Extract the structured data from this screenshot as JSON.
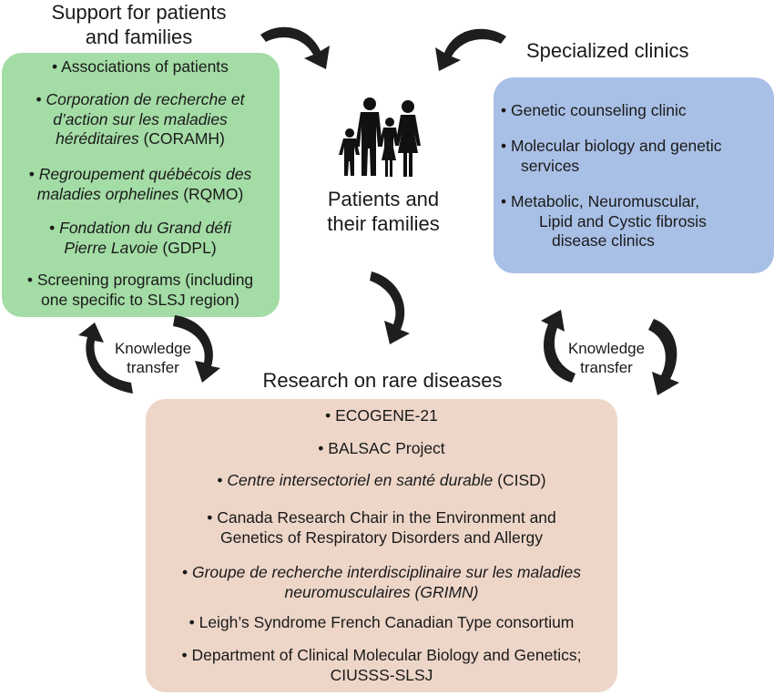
{
  "support": {
    "title_line1": "Support for patients",
    "title_line2": "and families",
    "items": [
      {
        "lines": [
          {
            "pre": "• Associations of patients",
            "ital": "",
            "post": ""
          }
        ]
      },
      {
        "lines": [
          {
            "pre": "• ",
            "ital": "Corporation de recherche et",
            "post": ""
          },
          {
            "pre": "",
            "ital": "d’action sur les maladies",
            "post": ""
          },
          {
            "pre": "",
            "ital": "héréditaires",
            "post": " (CORAMH)"
          }
        ]
      },
      {
        "lines": [
          {
            "pre": "• ",
            "ital": "Regroupement québécois des",
            "post": ""
          },
          {
            "pre": "",
            "ital": "maladies orphelines",
            "post": " (RQMO)"
          }
        ]
      },
      {
        "lines": [
          {
            "pre": "• ",
            "ital": "Fondation du Grand défi",
            "post": ""
          },
          {
            "pre": "",
            "ital": "Pierre Lavoie",
            "post": " (GDPL)"
          }
        ]
      },
      {
        "lines": [
          {
            "pre": "• Screening programs (including",
            "ital": "",
            "post": ""
          },
          {
            "pre": "one specific to SLSJ region)",
            "ital": "",
            "post": ""
          }
        ]
      }
    ]
  },
  "clinics": {
    "title": "Specialized clinics",
    "items": [
      {
        "line1": "• Genetic counseling clinic",
        "line2": "",
        "line3": ""
      },
      {
        "line1": "• Molecular biology and genetic",
        "line2": "services",
        "line3": ""
      },
      {
        "line1": "• Metabolic, Neuromuscular,",
        "line2": "Lipid and Cystic fibrosis",
        "line3": "disease clinics"
      }
    ]
  },
  "center": {
    "line1": "Patients and",
    "line2": "their families"
  },
  "research": {
    "title": "Research on rare diseases",
    "items": [
      {
        "lines": [
          {
            "pre": "• ECOGENE-21",
            "ital": "",
            "post": ""
          }
        ]
      },
      {
        "lines": [
          {
            "pre": "• BALSAC Project",
            "ital": "",
            "post": ""
          }
        ]
      },
      {
        "lines": [
          {
            "pre": "• ",
            "ital": "Centre intersectoriel en santé durable",
            "post": " (CISD)"
          }
        ]
      },
      {
        "lines": [
          {
            "pre": "• Canada Research Chair in the Environment and",
            "ital": "",
            "post": ""
          },
          {
            "pre": "Genetics of Respiratory Disorders and Allergy",
            "ital": "",
            "post": ""
          }
        ]
      },
      {
        "lines": [
          {
            "pre": "• ",
            "ital": "Groupe de recherche interdisciplinaire sur les maladies",
            "post": ""
          },
          {
            "pre": "",
            "ital": "neuromusculaires (GRIMN)",
            "post": ""
          }
        ]
      },
      {
        "lines": [
          {
            "pre": "• Leigh’s Syndrome French Canadian Type consortium",
            "ital": "",
            "post": ""
          }
        ]
      },
      {
        "lines": [
          {
            "pre": "• Department of Clinical Molecular Biology and Genetics;",
            "ital": "",
            "post": ""
          },
          {
            "pre": "CIUSSS-SLSJ",
            "ital": "",
            "post": ""
          }
        ]
      }
    ]
  },
  "knowledge_left": {
    "line1": "Knowledge",
    "line2": "transfer"
  },
  "knowledge_right": {
    "line1": "Knowledge",
    "line2": "transfer"
  },
  "colors": {
    "support_box": "#a4dca6",
    "clinics_box": "#a9c0e6",
    "research_box": "#edd6c8",
    "arrow": "#1e1e1e"
  },
  "icons": [
    "family-silhouette-icon",
    "curved-arrow-icon"
  ]
}
